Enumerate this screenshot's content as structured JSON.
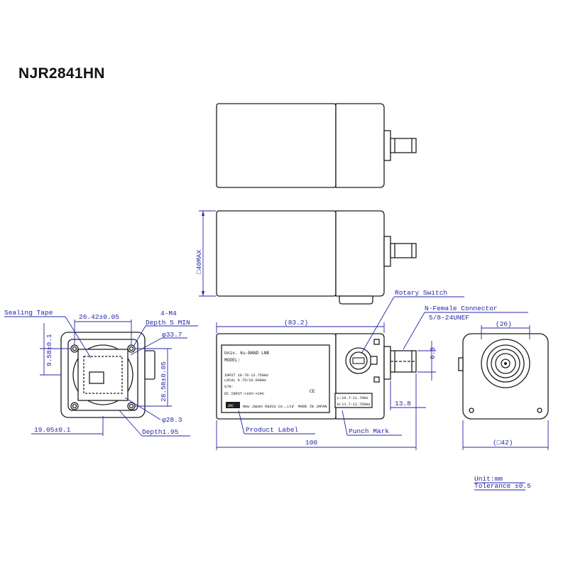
{
  "title": "NJR2841HN",
  "callouts": {
    "sealing_tape": "Sealing Tape",
    "four_m4": "4-M4",
    "depth5": "Depth 5 MIN",
    "depth195": "Depth1.95",
    "rotary_switch": "Rotary Switch",
    "n_female": "N-Female Connector",
    "thread": "5/8-24UNEF",
    "product_label": "Product Label",
    "punch_mark": "Punch Mark"
  },
  "dims": {
    "d_40max": "□40MAX",
    "d_26_42": "26.42±0.05",
    "d_phi337": "φ33.7",
    "d_958": "9.58±0.1",
    "d_2858": "28.58±0.05",
    "d_phi283": "φ28.3",
    "d_1905": "19.05±0.1",
    "d_832": "(83.2)",
    "d_100": "100",
    "d_138": "13.8",
    "d_63": "6.3",
    "d_26": "(26)",
    "d_42": "(□42)"
  },
  "label": {
    "line1": "Univ. Ku-BAND LNB",
    "line2": "MODEL:",
    "line3": "INPUT  10.70-12.75GHz",
    "line4": "LOCAL  9.75/10.60GHz",
    "line5": "S/N:",
    "line6": "DC INPUT:+10V~+24V",
    "made": "MADE IN JAPAN",
    "company": "New Japan Radio Co.,Ltd",
    "brand": "JRC",
    "ce": "CE",
    "band1": "L:10.7-11.7GHz",
    "band2": "H:11.7-12.75GHz"
  },
  "units": {
    "unit": "Unit:mm",
    "tolerance": "Tolerance ±0.5"
  }
}
